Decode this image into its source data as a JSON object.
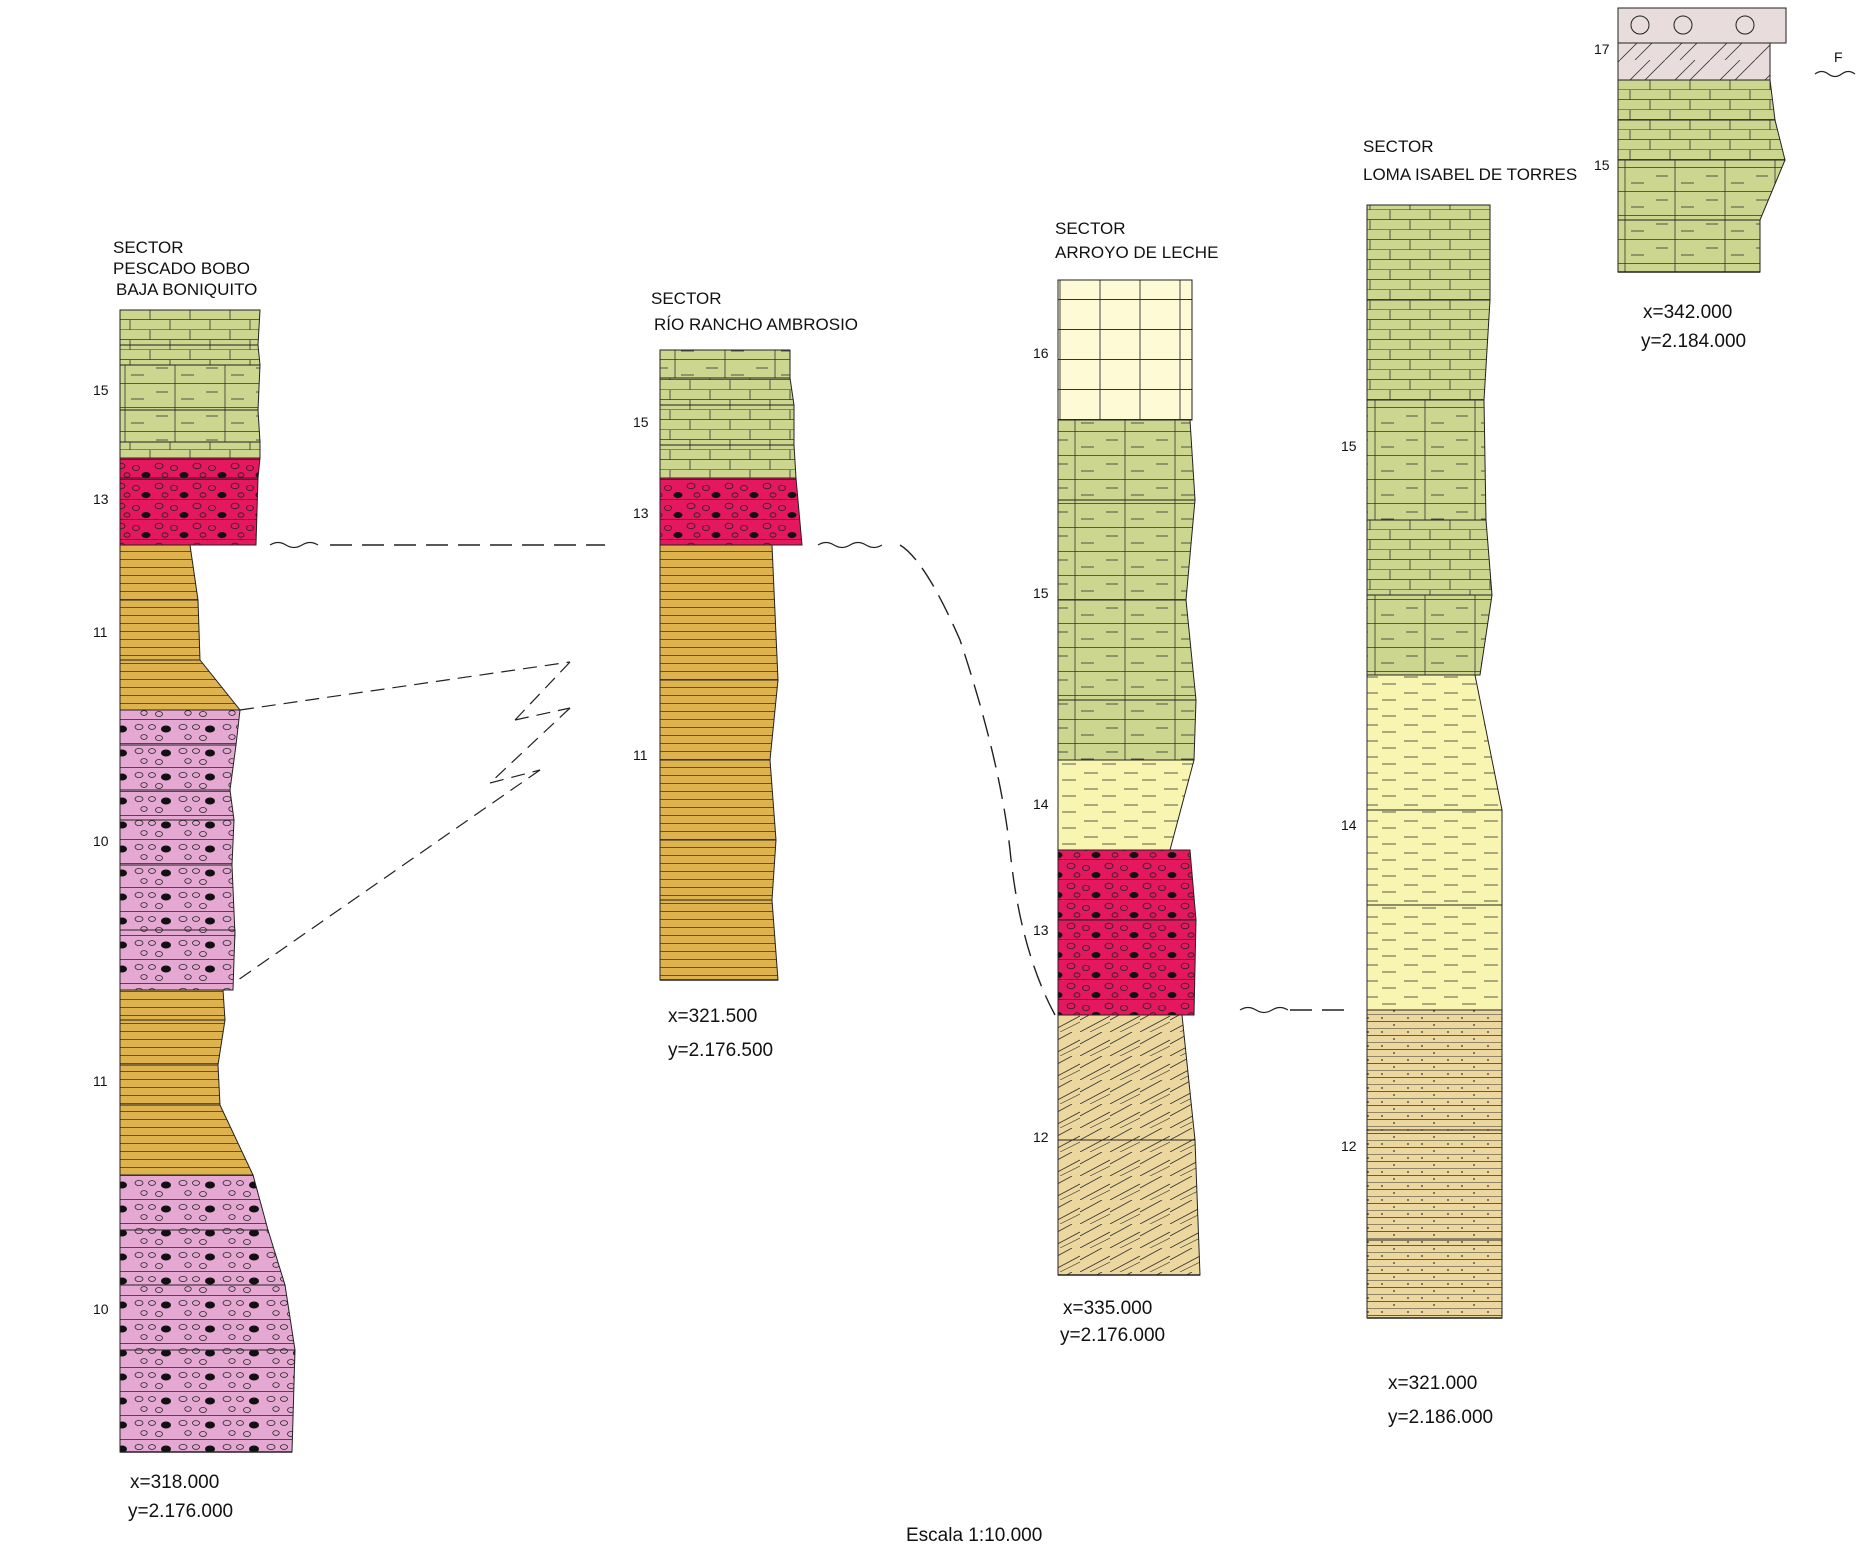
{
  "colors": {
    "limestone_green": "#ccd68f",
    "conglomerate_red": "#e5175f",
    "sandstone_ochre": "#deb34e",
    "conglomerate_pink": "#e5a8d2",
    "marl_yellow": "#f7f5b0",
    "limestone_cream": "#fefad6",
    "sand_tan": "#ecd79f",
    "top_grey": "#e8dcdc",
    "outline": "#222222"
  },
  "scale_label": "Escala 1:10.000",
  "fault_label": "F",
  "columns": [
    {
      "id": "pescado-bobo",
      "sector_lines": [
        "SECTOR",
        "PESCADO BOBO",
        "BAJA BONIQUITO"
      ],
      "x_coord": "x=318.000",
      "y_coord": "y=2.176.000",
      "unit_labels": [
        "15",
        "13",
        "11",
        "10",
        "11",
        "10"
      ]
    },
    {
      "id": "rio-rancho-ambrosio",
      "sector_lines": [
        "SECTOR",
        "RÍO RANCHO AMBROSIO"
      ],
      "x_coord": "x=321.500",
      "y_coord": "y=2.176.500",
      "unit_labels": [
        "15",
        "13",
        "11"
      ]
    },
    {
      "id": "arroyo-de-leche",
      "sector_lines": [
        "SECTOR",
        "ARROYO DE LECHE"
      ],
      "x_coord": "x=335.000",
      "y_coord": "y=2.176.000",
      "unit_labels": [
        "16",
        "15",
        "14",
        "13",
        "12"
      ]
    },
    {
      "id": "loma-isabel-de-torres",
      "sector_lines": [
        "SECTOR",
        "LOMA ISABEL DE TORRES"
      ],
      "x_coord": "x=321.000",
      "y_coord": "y=2.186.000",
      "unit_labels": [
        "15",
        "14",
        "12"
      ]
    },
    {
      "id": "top-right",
      "sector_lines": [],
      "x_coord": "x=342.000",
      "y_coord": "y=2.184.000",
      "unit_labels": [
        "17",
        "15"
      ]
    }
  ]
}
